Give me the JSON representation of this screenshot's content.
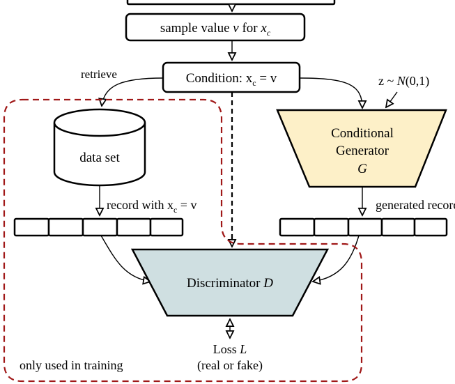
{
  "flow": {
    "sample_prefix": "sample value ",
    "sample_var": "v",
    "sample_mid": " for ",
    "sample_x": "x",
    "sample_sub": "c",
    "condition_prefix": "Condition: x",
    "condition_sub": "c",
    "condition_suffix": " = v",
    "retrieve": "retrieve",
    "noise_prefix": "z ~ ",
    "noise_n": "N",
    "noise_suffix": "(0,1)"
  },
  "dataset": {
    "label": "data set"
  },
  "generator": {
    "line1": "Conditional",
    "line2": "Generator",
    "symbol": "G"
  },
  "records": {
    "real_prefix": "record with x",
    "real_sub": "c",
    "real_suffix": " = v",
    "fake_label": "generated record"
  },
  "discriminator": {
    "label": "Discriminator ",
    "symbol": "D"
  },
  "loss": {
    "label": "Loss ",
    "symbol": "L",
    "subtitle": "(real or fake)"
  },
  "training_region": {
    "label": "only used in training",
    "color": "#a01818"
  },
  "colors": {
    "generator_fill": "#fdf0c8",
    "discriminator_fill": "#cfdfe1",
    "training_border": "#a01818"
  }
}
